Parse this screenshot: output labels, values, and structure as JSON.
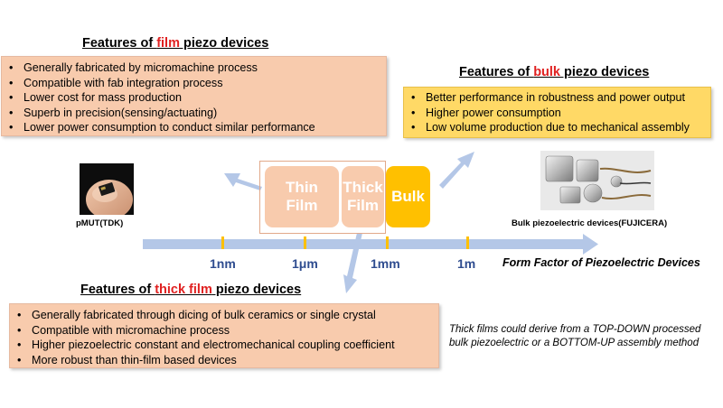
{
  "film_panel": {
    "heading_prefix": "Features of ",
    "heading_highlight": "film",
    "heading_suffix": " piezo devices",
    "items": [
      "Generally fabricated by micromachine process",
      "Compatible with fab integration process",
      "Lower cost for mass production",
      "Superb in precision(sensing/actuating)",
      "Lower power consumption to conduct similar performance"
    ]
  },
  "bulk_panel": {
    "heading_prefix": "Features of ",
    "heading_highlight": "bulk",
    "heading_suffix": " piezo devices",
    "items": [
      "Better performance in robustness and power output",
      "Higher power consumption",
      "Low volume production due to mechanical assembly"
    ]
  },
  "thick_panel": {
    "heading_prefix": "Features of ",
    "heading_highlight": "thick film",
    "heading_suffix": " piezo devices",
    "items": [
      "Generally fabricated through dicing of bulk ceramics or single crystal",
      "Compatible with micromachine process",
      "Higher piezoelectric constant and electromechanical coupling coefficient",
      "More robust than thin-film based devices"
    ]
  },
  "scale": {
    "thin_box": "Thin\nFilm",
    "thick_box": "Thick\nFilm",
    "bulk_box": "Bulk",
    "ticks": [
      "1nm",
      "1μm",
      "1mm",
      "1m"
    ],
    "axis_label": "Form Factor of Piezoelectric Devices"
  },
  "images": {
    "left_caption": "pMUT(TDK)",
    "right_caption": "Bulk piezoelectric devices(FUJICERA)"
  },
  "note": "Thick films could derive from a TOP-DOWN processed bulk piezoelectric or a BOTTOM-UP assembly method",
  "colors": {
    "arrow": "#b4c7e7",
    "tick": "#ffc000",
    "highlight": "#e02020",
    "pink_box": "#f8cbad",
    "bulk_box": "#ffc000"
  }
}
